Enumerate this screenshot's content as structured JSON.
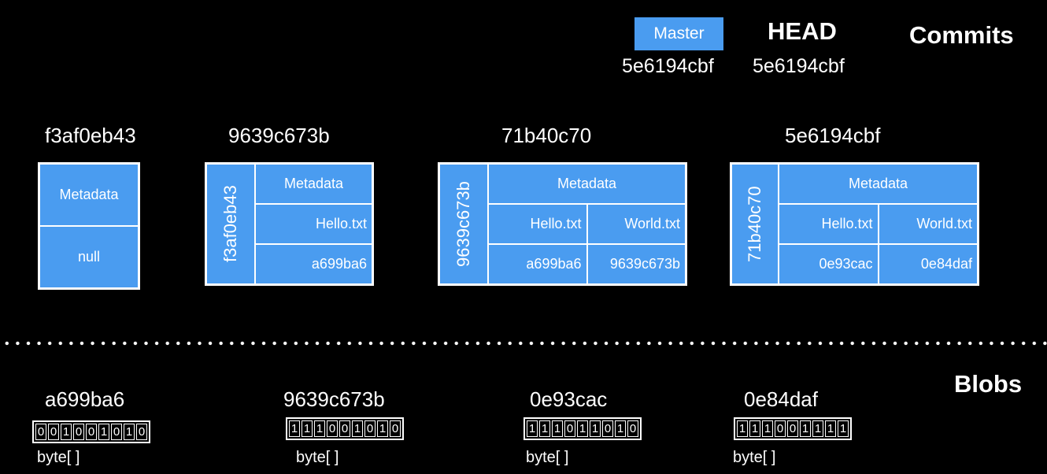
{
  "header": {
    "master_label": "Master",
    "head_label": "HEAD",
    "master_hash": "5e6194cbf",
    "head_hash": "5e6194cbf"
  },
  "sections": {
    "commits": "Commits",
    "blobs": "Blobs"
  },
  "commits": [
    {
      "hash": "f3af0eb43",
      "metadata": "Metadata",
      "tree": "null"
    },
    {
      "hash": "9639c673b",
      "parent": "f3af0eb43",
      "metadata": "Metadata",
      "files": [
        "Hello.txt"
      ],
      "refs": [
        "a699ba6"
      ]
    },
    {
      "hash": "71b40c70",
      "parent": "9639c673b",
      "metadata": "Metadata",
      "files": [
        "Hello.txt",
        "World.txt"
      ],
      "refs": [
        "a699ba6",
        "9639c673b"
      ]
    },
    {
      "hash": "5e6194cbf",
      "parent": "71b40c70",
      "metadata": "Metadata",
      "files": [
        "Hello.txt",
        "World.txt"
      ],
      "refs": [
        "0e93cac",
        "0e84daf"
      ]
    }
  ],
  "blobs": [
    {
      "hash": "a699ba6",
      "bits": "001001010",
      "type": "byte[ ]"
    },
    {
      "hash": "9639c673b",
      "bits": "111001010",
      "type": "byte[ ]"
    },
    {
      "hash": "0e93cac",
      "bits": "111011010",
      "type": "byte[ ]"
    },
    {
      "hash": "0e84daf",
      "bits": "111001111",
      "type": "byte[ ]"
    }
  ]
}
